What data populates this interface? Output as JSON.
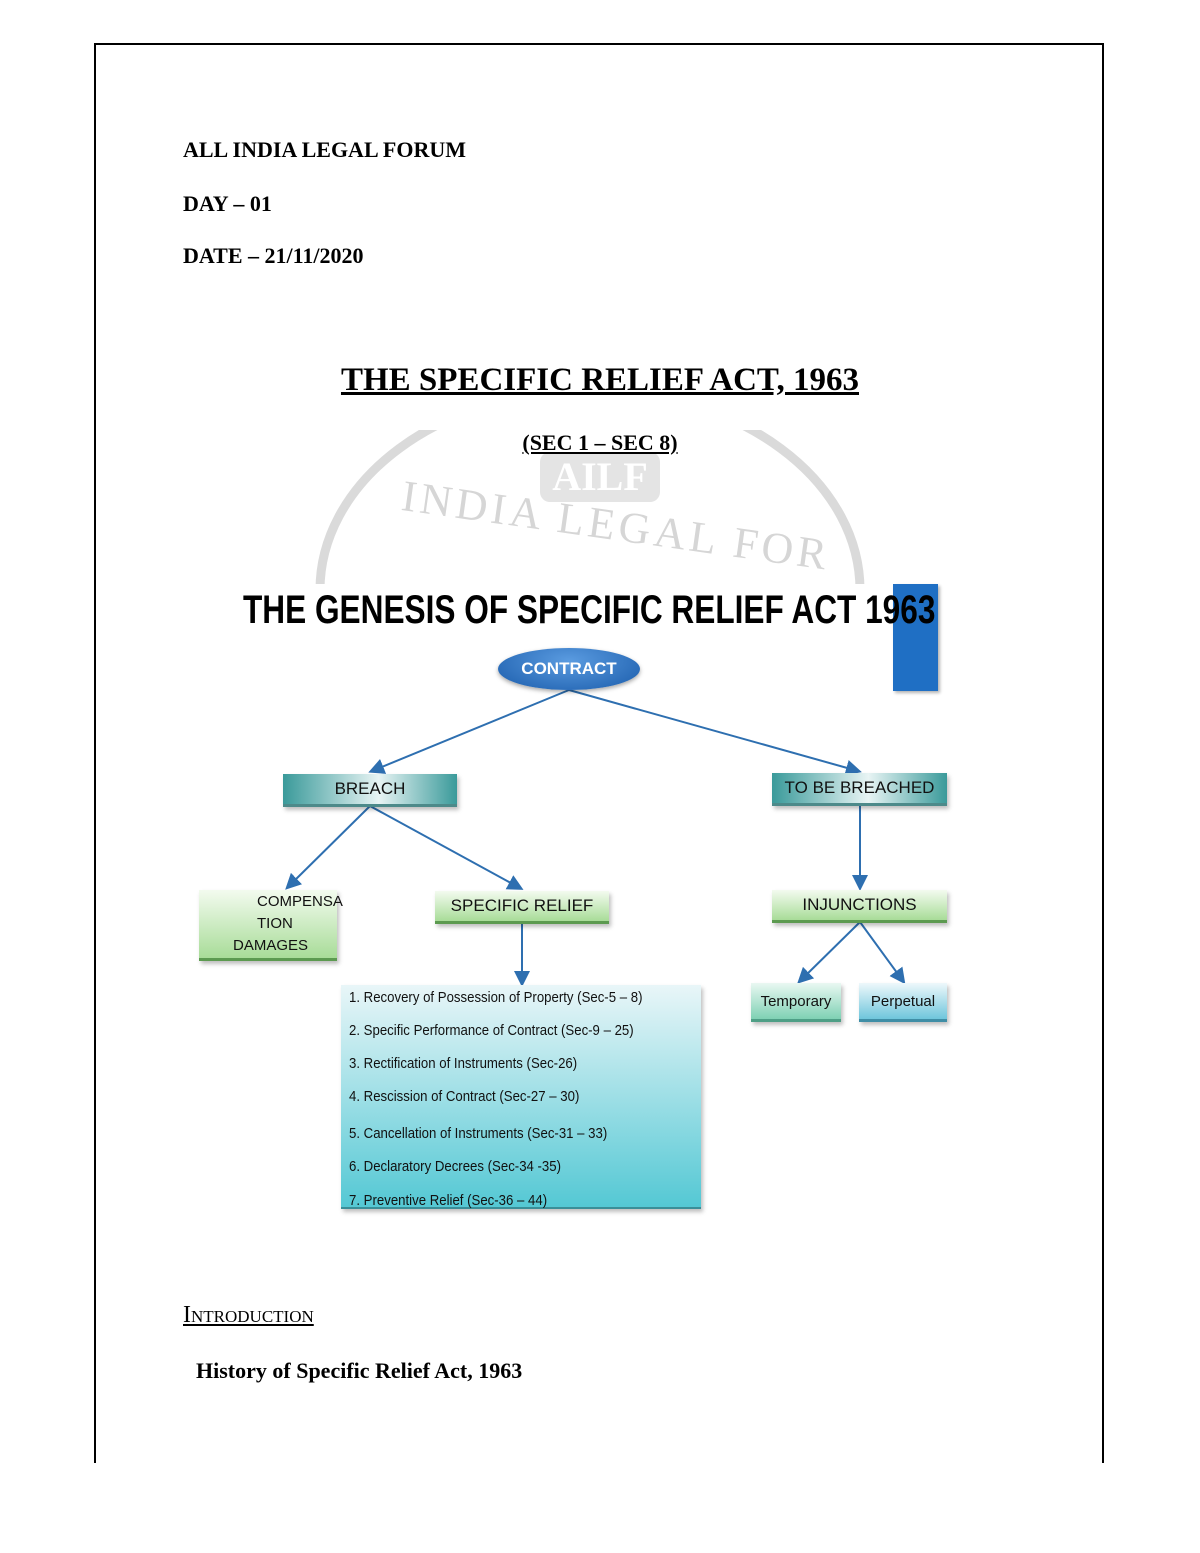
{
  "header": {
    "org": "ALL INDIA LEGAL FORUM",
    "day": "DAY – 01",
    "date": "DATE – 21/11/2020"
  },
  "title": "THE SPECIFIC RELIEF ACT, 1963",
  "subtitle": "(SEC 1 – SEC 8)",
  "watermark": {
    "logo": "AILF",
    "text": "ALL INDIA LEGAL FORUM"
  },
  "diagram": {
    "title": "THE GENESIS OF SPECIFIC RELIEF ACT 1963",
    "root": "CONTRACT",
    "breach": "BREACH",
    "to_be_breached": "TO BE BREACHED",
    "compensation": [
      "COMPENSA",
      "TION",
      "DAMAGES"
    ],
    "specific_relief": "SPECIFIC RELIEF",
    "injunctions": "INJUNCTIONS",
    "temporary": "Temporary",
    "perpetual": "Perpetual",
    "reliefs": [
      "1. Recovery of Possession of Property (Sec-5 – 8)",
      "2. Specific Performance of Contract (Sec-9 – 25)",
      "3. Rectification of Instruments (Sec-26)",
      "4. Rescission of Contract (Sec-27 – 30)",
      "5. Cancellation of Instruments (Sec-31 – 33)",
      "6. Declaratory Decrees (Sec-34 -35)",
      "7. Preventive Relief (Sec-36 – 44)"
    ],
    "colors": {
      "accent": "#1f6fc4",
      "line": "#2e6fb0"
    }
  },
  "introduction": {
    "heading": "Introduction",
    "subheading": "History of Specific Relief Act, 1963"
  }
}
